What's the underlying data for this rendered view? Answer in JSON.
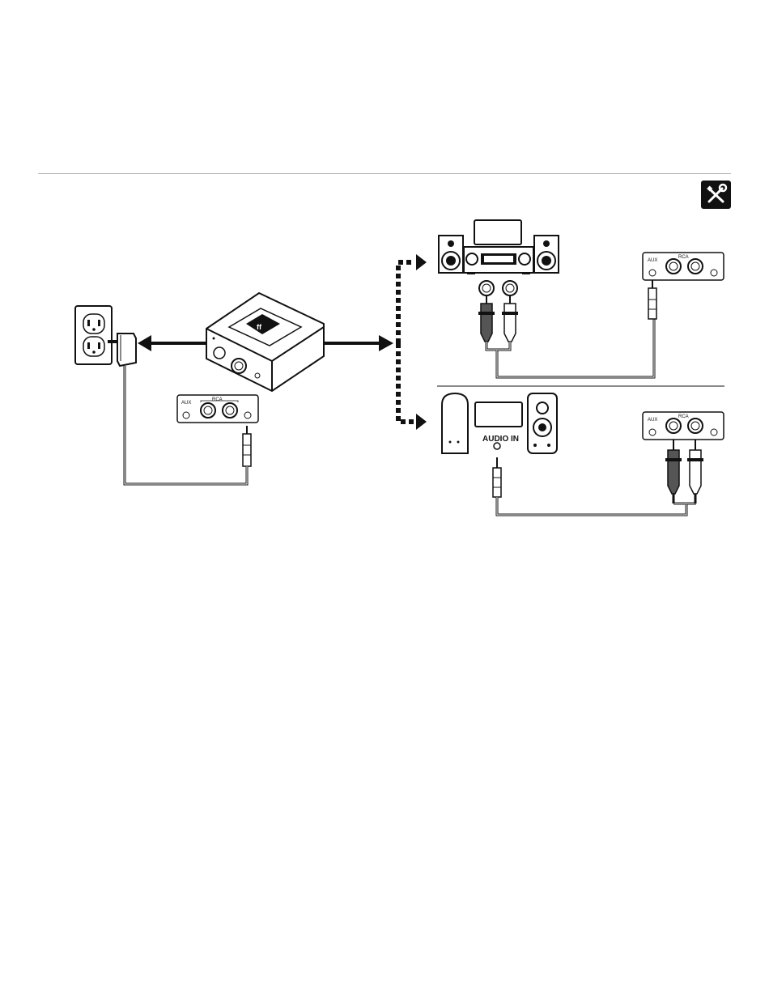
{
  "panel": {
    "aux": "AUX",
    "rca": "RCA"
  },
  "labels": {
    "audio_in": "AUDIO IN"
  },
  "icons": {
    "setup": "tools-icon",
    "outlet": "power-outlet-icon",
    "adapter": "power-adapter-icon",
    "receiver": "bluetooth-audio-receiver-icon",
    "stereo": "home-stereo-system-icon",
    "speakers": "computer-speakers-icon",
    "usb": "usb-icon"
  },
  "colors": {
    "line": "#111111",
    "rule": "#b4b4b4",
    "cable": "#555555",
    "plug_red": "#555555",
    "plug_white": "#ffffff"
  }
}
